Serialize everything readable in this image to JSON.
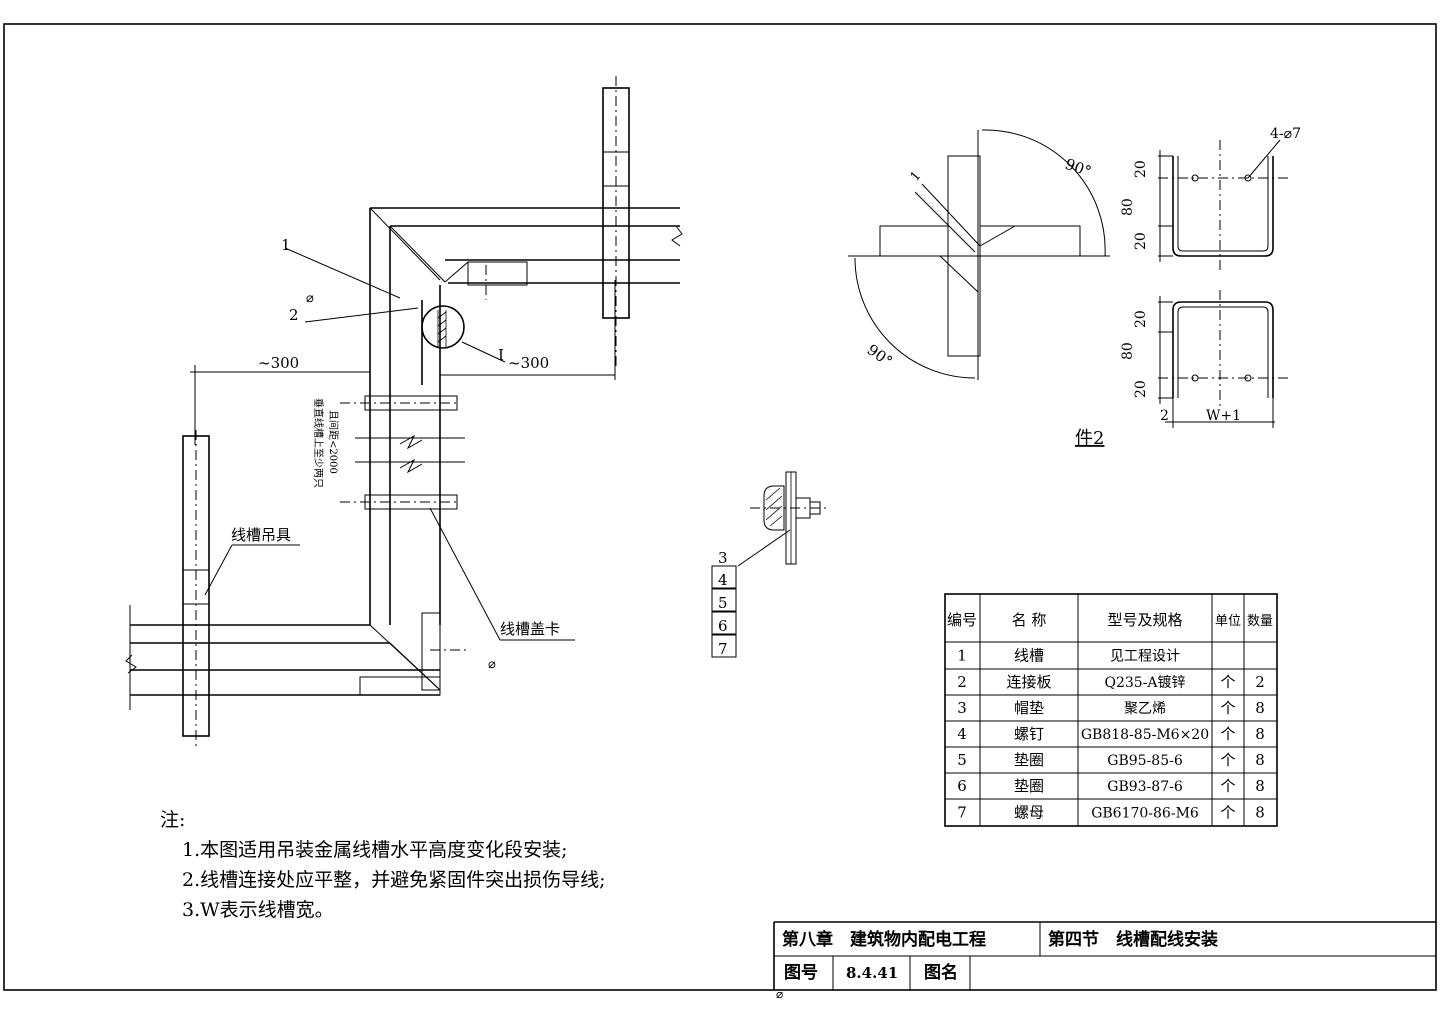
{
  "labels": {
    "part1": "1",
    "part2": "2",
    "phi": "⌀",
    "detail_i": "I",
    "dim_300_left": "~300",
    "dim_300_right": "~300",
    "hanger": "线槽吊具",
    "cover_clip": "线槽盖卡",
    "vertical_note_line1": "垂直线槽上至少两只",
    "vertical_note_line2": "且间距<2000",
    "angle_top": "90°",
    "angle_bottom": "90°",
    "dim_1": "1",
    "dim_4phi7": "4-⌀7",
    "dim_20a": "20",
    "dim_80a": "80",
    "dim_20b": "20",
    "dim_20c": "20",
    "dim_80b": "80",
    "dim_20d": "20",
    "dim_2": "2",
    "dim_w1": "W+1",
    "part2_caption": "件2",
    "callouts": [
      "3",
      "4",
      "5",
      "6",
      "7"
    ]
  },
  "parts_table": {
    "headers": [
      "编号",
      "名 称",
      "型号及规格",
      "单位",
      "数量"
    ],
    "rows": [
      [
        "1",
        "线槽",
        "见工程设计",
        "",
        ""
      ],
      [
        "2",
        "连接板",
        "Q235-A镀锌",
        "个",
        "2"
      ],
      [
        "3",
        "帽垫",
        "聚乙烯",
        "个",
        "8"
      ],
      [
        "4",
        "螺钉",
        "GB818-85-M6×20",
        "个",
        "8"
      ],
      [
        "5",
        "垫圈",
        "GB95-85-6",
        "个",
        "8"
      ],
      [
        "6",
        "垫圈",
        "GB93-87-6",
        "个",
        "8"
      ],
      [
        "7",
        "螺母",
        "GB6170-86-M6",
        "个",
        "8"
      ]
    ]
  },
  "notes": {
    "title": "注:",
    "items": [
      "1.本图适用吊装金属线槽水平高度变化段安装;",
      "2.线槽连接处应平整，并避免紧固件突出损伤导线;",
      "3.W表示线槽宽。"
    ]
  },
  "title_block": {
    "chapter": "第八章　建筑物内配电工程",
    "section": "第四节　线槽配线安装",
    "drawing_no_label": "图号",
    "drawing_no": "8.4.41",
    "drawing_name_label": "图名",
    "drawing_name": ""
  }
}
